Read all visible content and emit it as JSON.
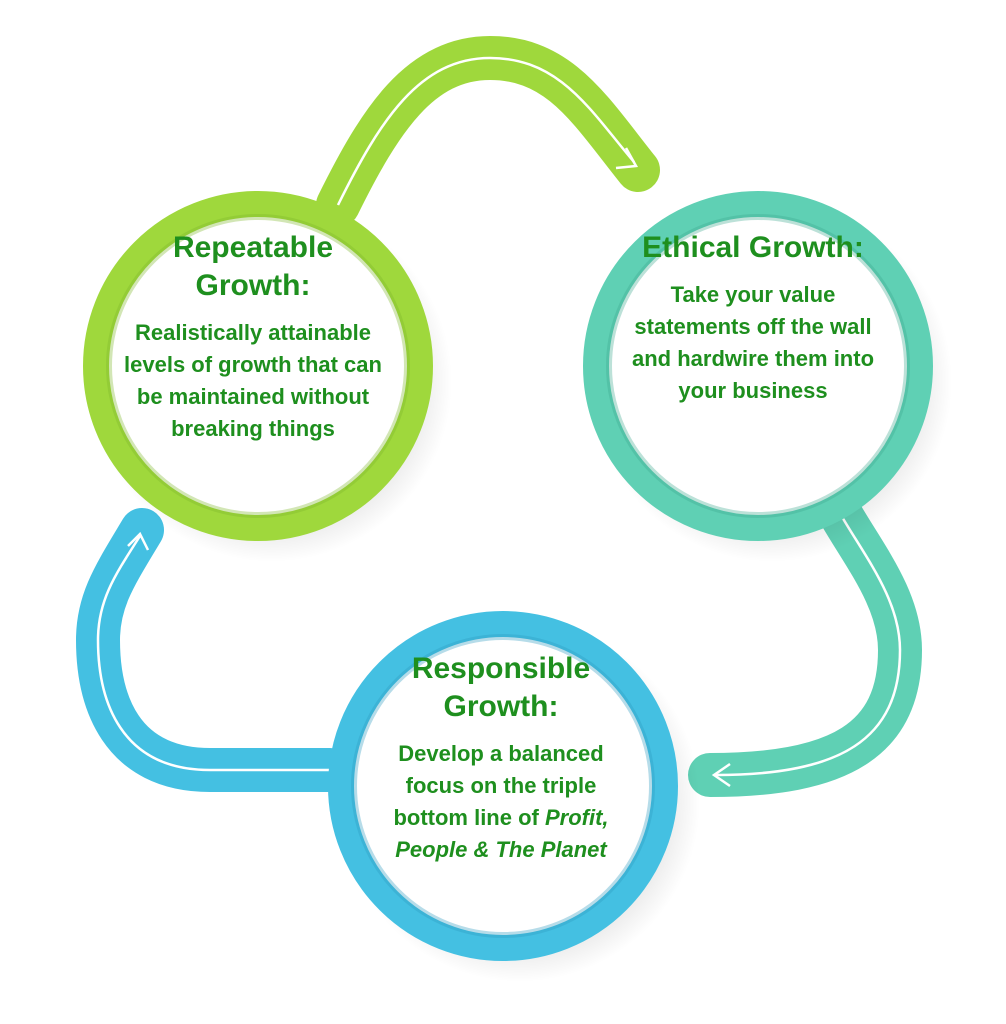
{
  "colors": {
    "green": "#9fd83c",
    "green_dark": "#7fb82a",
    "teal": "#5fd0b4",
    "teal_dark": "#3fa88f",
    "blue": "#44c0e2",
    "blue_dark": "#2e9cc0",
    "text": "#1e8f1e"
  },
  "nodes": {
    "repeatable": {
      "title": "Repeatable Growth:",
      "description": "Realistically attainable levels of growth that can be maintained without breaking things"
    },
    "ethical": {
      "title": "Ethical Growth:",
      "description": "Take your value statements off the wall and hardwire them into your business"
    },
    "responsible": {
      "title": "Responsible Growth:",
      "description_prefix": "Develop a balanced focus on the triple bottom line of",
      "description_emphasis": "Profit, People & The Planet"
    }
  }
}
